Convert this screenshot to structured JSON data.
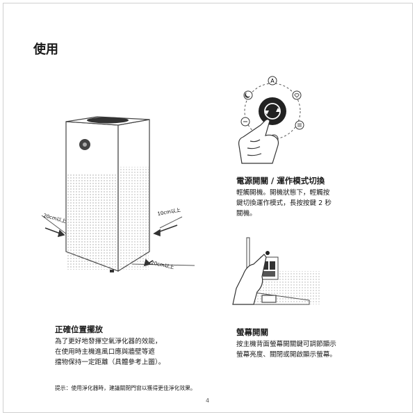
{
  "page": {
    "title": "使用",
    "page_number": "4"
  },
  "section_power": {
    "heading": "電源開關 / 運作模式切換",
    "lines": [
      "輕觸開機。開機狀態下，輕觸按",
      "鍵切換運作模式，長按按鍵 2 秒",
      "關機。"
    ]
  },
  "section_placement": {
    "heading": "正確位置擺放",
    "lines": [
      "為了更好地發揮空氣淨化器的效能，",
      "在使用時主機進風口應與牆壁等遮",
      "擋物保持一定距離（具體參考上圖）。"
    ]
  },
  "section_display": {
    "heading": "螢幕開關",
    "lines": [
      "按主機背面螢幕開關鍵可調節顯示",
      "螢幕亮度、關閉或開啟顯示螢幕。"
    ]
  },
  "tip": "提示：使用淨化器時，建議關閉門窗以獲得更佳淨化效果。",
  "diagram_labels": {
    "left": "20cm以上",
    "right": "10cm以上",
    "bottom": "20cm以上",
    "mode_auto": "A"
  }
}
